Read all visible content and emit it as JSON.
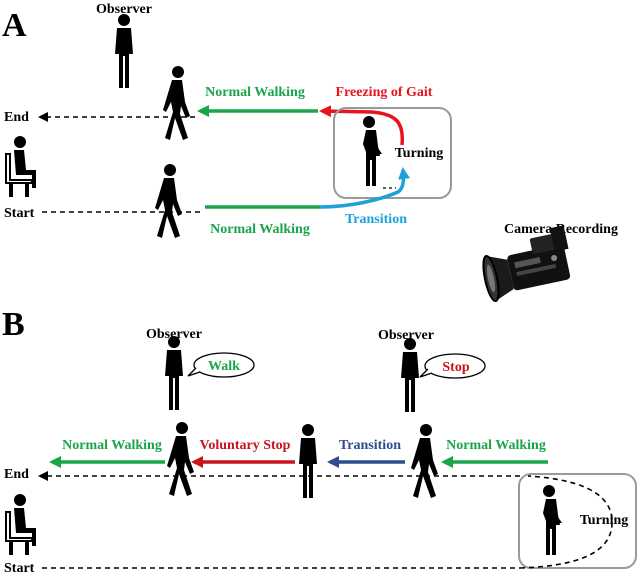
{
  "panel_a": {
    "letter": "A",
    "observer": "Observer",
    "end": "End",
    "start": "Start",
    "normal_walking_top": "Normal Walking",
    "freezing_of_gait": "Freezing of Gait",
    "turning": "Turning",
    "normal_walking_bottom": "Normal Walking",
    "transition": "Transition",
    "camera_recording": "Camera Recording"
  },
  "panel_b": {
    "letter": "B",
    "observer_left": "Observer",
    "observer_right": "Observer",
    "bubble_walk": "Walk",
    "bubble_stop": "Stop",
    "normal_walking_left": "Normal Walking",
    "voluntary_stop": "Voluntary Stop",
    "transition": "Transition",
    "normal_walking_right": "Normal Walking",
    "end": "End",
    "start": "Start",
    "turning": "Turning"
  },
  "colors": {
    "normal_walking": "#1aa54a",
    "freezing": "#e8141c",
    "transition_a": "#1ea0d8",
    "transition_b": "#2e4d8f",
    "voluntary_stop": "#c8141c",
    "stop_text": "#c8141c",
    "walk_text": "#1aa54a"
  }
}
